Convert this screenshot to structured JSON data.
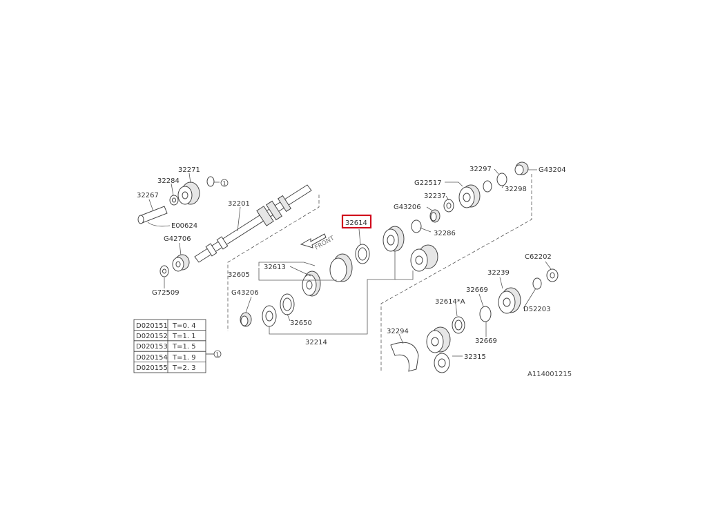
{
  "callouts": {
    "c32271": "32271",
    "c32284": "32284",
    "c32267": "32267",
    "cE00624": "E00624",
    "c32201": "32201",
    "cG42706": "G42706",
    "cG72509": "G72509",
    "c32614": "32614",
    "c32613": "32613",
    "c32605": "32605",
    "cG43206a": "G43206",
    "c32650": "32650",
    "c32214": "32214",
    "cG22517": "G22517",
    "c32237": "32237",
    "cG43206b": "G43206",
    "c32286": "32286",
    "c32297": "32297",
    "c32298": "32298",
    "cG43204": "G43204",
    "cC62202": "C62202",
    "c32239": "32239",
    "c32669a": "32669",
    "c32614A": "32614*A",
    "c32669b": "32669",
    "cD52203": "D52203",
    "c32294": "32294",
    "c32315": "32315",
    "circled_ref_1": "1",
    "circled_ref_2": "1"
  },
  "front_label": "FRONT",
  "highlighted_part": "32614",
  "diagram_code": "A114001215",
  "shim_table": {
    "ref_marker": "1",
    "rows": [
      {
        "part": "D020151",
        "thickness": "T=0. 4"
      },
      {
        "part": "D020152",
        "thickness": "T=1. 1"
      },
      {
        "part": "D020153",
        "thickness": "T=1. 5"
      },
      {
        "part": "D020154",
        "thickness": "T=1. 9"
      },
      {
        "part": "D020155",
        "thickness": "T=2. 3"
      }
    ]
  },
  "colors": {
    "highlight": "#d0021b",
    "line": "#444444"
  }
}
